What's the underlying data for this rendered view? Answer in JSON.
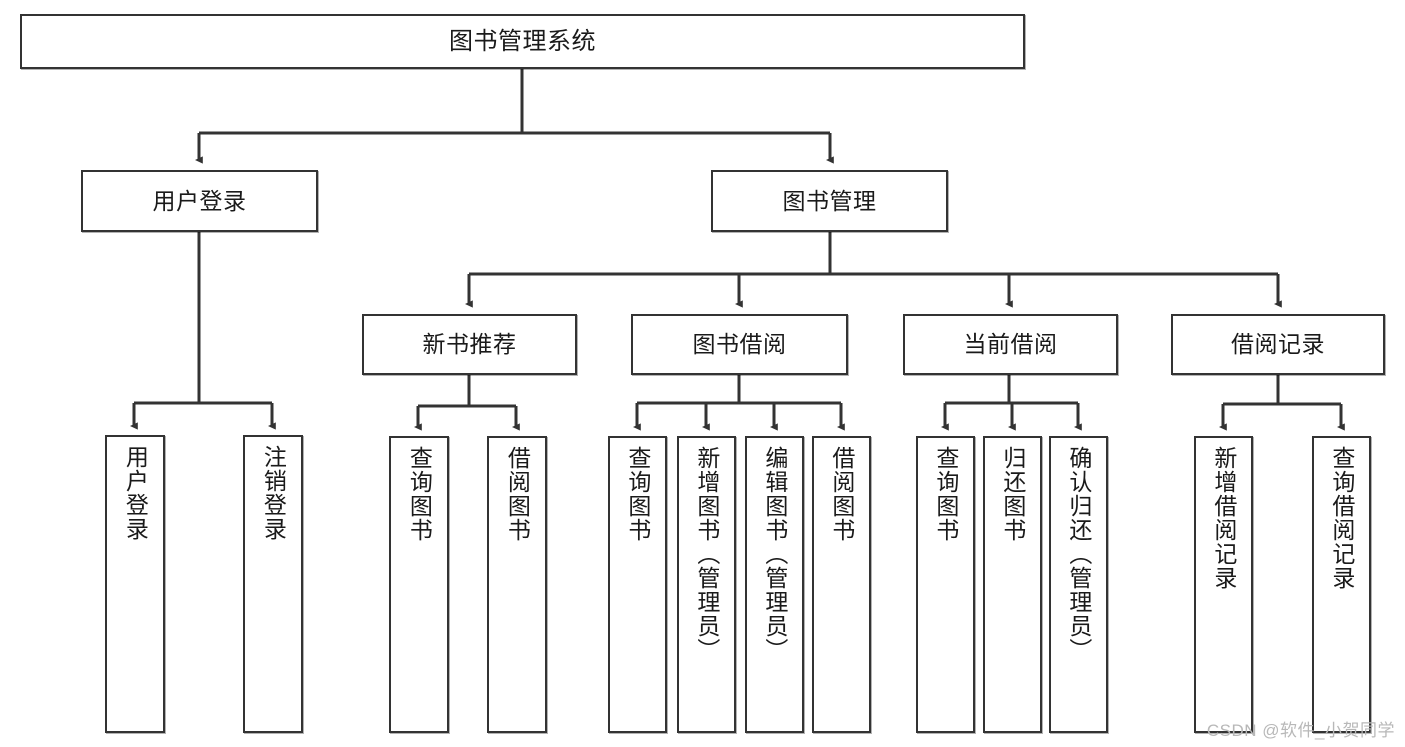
{
  "diagram": {
    "title": "图书管理系统",
    "watermark": "CSDN @软件_小贺同学",
    "colors": {
      "box_border": "#333333",
      "box_fill": "#ffffff",
      "edge": "#333333",
      "text": "#1a1a1a",
      "watermark": "#b8b8b8"
    },
    "nodes": {
      "root": {
        "label": "图书管理系统"
      },
      "level1": [
        {
          "id": "user-login",
          "label": "用户登录"
        },
        {
          "id": "book-manage",
          "label": "图书管理"
        }
      ],
      "level2": [
        {
          "id": "new-book-recommend",
          "label": "新书推荐"
        },
        {
          "id": "book-borrow",
          "label": "图书借阅"
        },
        {
          "id": "current-borrow",
          "label": "当前借阅"
        },
        {
          "id": "borrow-record",
          "label": "借阅记录"
        }
      ],
      "leaves": {
        "user-login": [
          {
            "id": "leaf-user-login",
            "label": "用户登录"
          },
          {
            "id": "leaf-logout-login",
            "label": "注销登录"
          }
        ],
        "new-book-recommend": [
          {
            "id": "leaf-query-book-1",
            "label": "查询图书"
          },
          {
            "id": "leaf-borrow-book-1",
            "label": "借阅图书"
          }
        ],
        "book-borrow": [
          {
            "id": "leaf-query-book-2",
            "label": "查询图书"
          },
          {
            "id": "leaf-add-book",
            "label": "新增图书（管理员）"
          },
          {
            "id": "leaf-edit-book",
            "label": "编辑图书（管理员）"
          },
          {
            "id": "leaf-borrow-book-2",
            "label": "借阅图书"
          }
        ],
        "current-borrow": [
          {
            "id": "leaf-query-book-3",
            "label": "查询图书"
          },
          {
            "id": "leaf-return-book",
            "label": "归还图书"
          },
          {
            "id": "leaf-confirm-return",
            "label": "确认归还（管理员）"
          }
        ],
        "borrow-record": [
          {
            "id": "leaf-add-record",
            "label": "新增借阅记录"
          },
          {
            "id": "leaf-query-record",
            "label": "查询借阅记录"
          }
        ]
      }
    }
  }
}
